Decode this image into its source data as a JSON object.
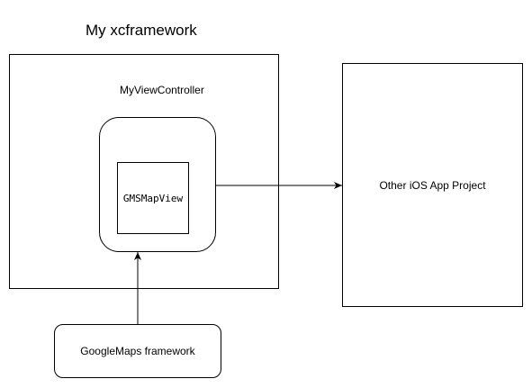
{
  "title": "My xcframework",
  "framework": {
    "view_controller_label": "MyViewController",
    "map_view_label": "GMSMapView"
  },
  "external_project": {
    "label": "Other iOS App Project"
  },
  "dependency": {
    "label": "GoogleMaps framework"
  }
}
